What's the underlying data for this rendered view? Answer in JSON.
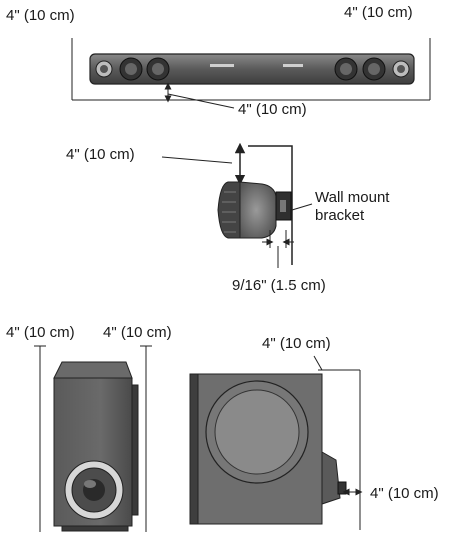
{
  "labels": {
    "soundbar_left_clearance": "4\" (10 cm)",
    "soundbar_right_clearance": "4\" (10 cm)",
    "soundbar_bottom_clearance": "4\" (10 cm)",
    "side_top_clearance": "4\" (10 cm)",
    "wall_mount_bracket_line1": "Wall mount",
    "wall_mount_bracket_line2": "bracket",
    "bracket_gap": "9/16\" (1.5 cm)",
    "sub_front_left_clearance": "4\" (10 cm)",
    "sub_front_right_clearance": "4\" (10 cm)",
    "sub_side_top_clearance": "4\" (10 cm)",
    "sub_side_right_clearance": "4\" (10 cm)"
  },
  "colors": {
    "body_dark": "#4a4a4a",
    "body_mid": "#6e6e6e",
    "body_light": "#9a9a9a",
    "line": "#222222"
  }
}
